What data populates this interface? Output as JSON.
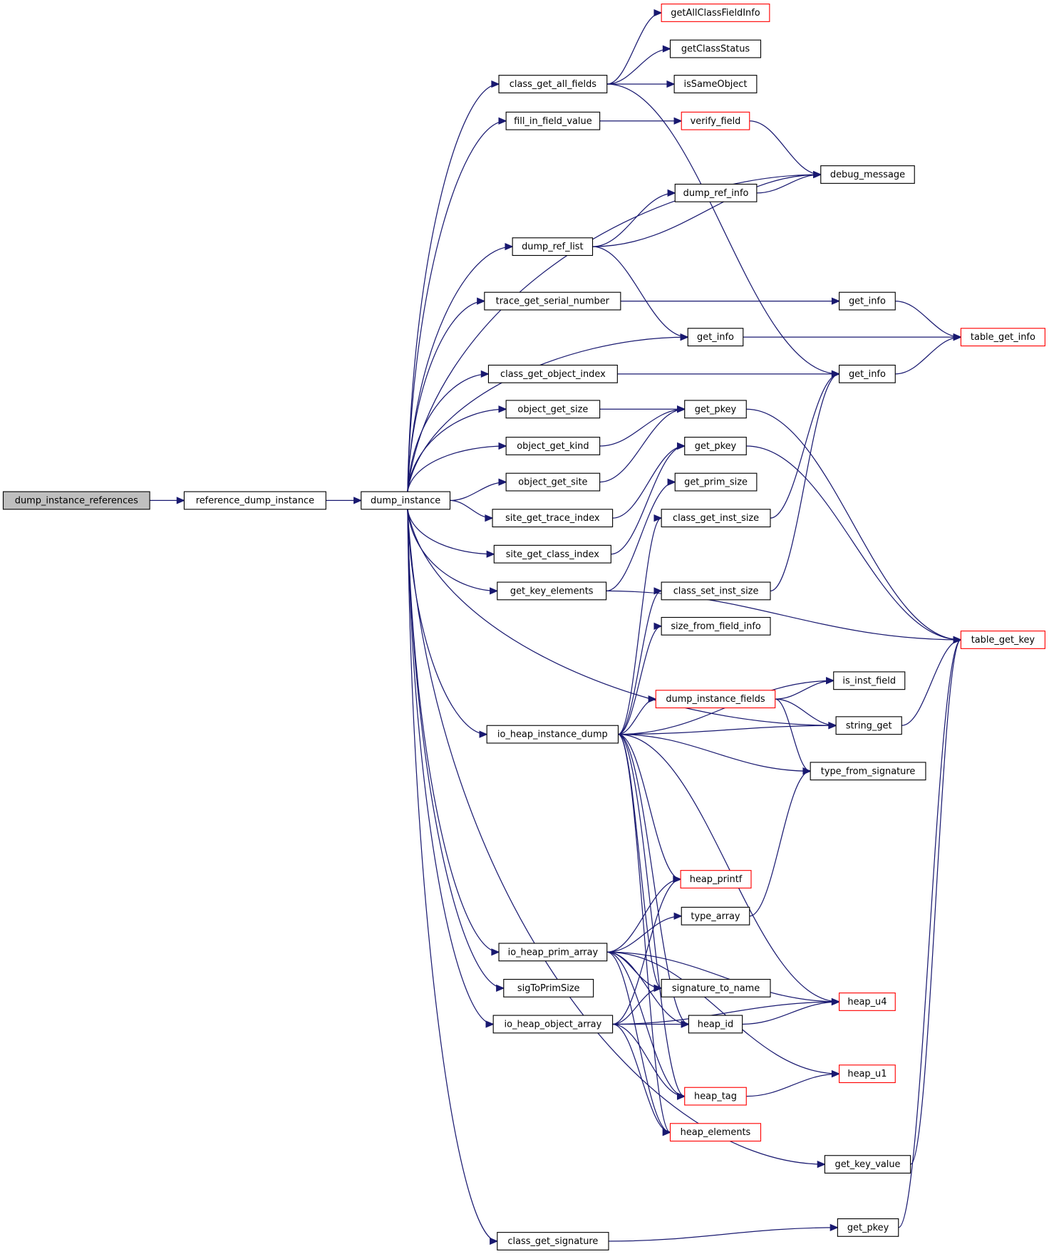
{
  "graph": {
    "title": "Call graph of dump_instance_references",
    "colors": {
      "edge": "#191970",
      "node_border_default": "#000000",
      "node_border_truncated": "#ff0000",
      "root_fill": "#bfbfbf",
      "node_fill": "#ffffff"
    },
    "nodes": [
      {
        "id": "n_dir",
        "label": "dump_instance_references",
        "style": "root"
      },
      {
        "id": "n_rdi",
        "label": "reference_dump_instance",
        "style": "normal"
      },
      {
        "id": "n_di",
        "label": "dump_instance",
        "style": "normal"
      },
      {
        "id": "n_cgaf",
        "label": "class_get_all_fields",
        "style": "normal"
      },
      {
        "id": "n_fifv",
        "label": "fill_in_field_value",
        "style": "normal"
      },
      {
        "id": "n_drl",
        "label": "dump_ref_list",
        "style": "normal"
      },
      {
        "id": "n_tgsn",
        "label": "trace_get_serial_number",
        "style": "normal"
      },
      {
        "id": "n_cgoi",
        "label": "class_get_object_index",
        "style": "normal"
      },
      {
        "id": "n_ogsz",
        "label": "object_get_size",
        "style": "normal"
      },
      {
        "id": "n_ogk",
        "label": "object_get_kind",
        "style": "normal"
      },
      {
        "id": "n_ogst",
        "label": "object_get_site",
        "style": "normal"
      },
      {
        "id": "n_sgti",
        "label": "site_get_trace_index",
        "style": "normal"
      },
      {
        "id": "n_sgci",
        "label": "site_get_class_index",
        "style": "normal"
      },
      {
        "id": "n_gke",
        "label": "get_key_elements",
        "style": "normal"
      },
      {
        "id": "n_ihid",
        "label": "io_heap_instance_dump",
        "style": "normal"
      },
      {
        "id": "n_ihpa",
        "label": "io_heap_prim_array",
        "style": "normal"
      },
      {
        "id": "n_stps",
        "label": "sigToPrimSize",
        "style": "normal"
      },
      {
        "id": "n_ihoa",
        "label": "io_heap_object_array",
        "style": "normal"
      },
      {
        "id": "n_cgs",
        "label": "class_get_signature",
        "style": "normal"
      },
      {
        "id": "n_gacfi",
        "label": "getAllClassFieldInfo",
        "style": "truncated"
      },
      {
        "id": "n_gcs",
        "label": "getClassStatus",
        "style": "normal"
      },
      {
        "id": "n_iso",
        "label": "isSameObject",
        "style": "normal"
      },
      {
        "id": "n_vf",
        "label": "verify_field",
        "style": "truncated"
      },
      {
        "id": "n_dri",
        "label": "dump_ref_info",
        "style": "normal"
      },
      {
        "id": "n_gi_mid",
        "label": "get_info",
        "style": "normal"
      },
      {
        "id": "n_gpk1",
        "label": "get_pkey",
        "style": "normal"
      },
      {
        "id": "n_gpk2",
        "label": "get_pkey",
        "style": "normal"
      },
      {
        "id": "n_gps",
        "label": "get_prim_size",
        "style": "normal"
      },
      {
        "id": "n_cgis",
        "label": "class_get_inst_size",
        "style": "normal"
      },
      {
        "id": "n_csis",
        "label": "class_set_inst_size",
        "style": "normal"
      },
      {
        "id": "n_sffi",
        "label": "size_from_field_info",
        "style": "normal"
      },
      {
        "id": "n_dif",
        "label": "dump_instance_fields",
        "style": "truncated"
      },
      {
        "id": "n_hp",
        "label": "heap_printf",
        "style": "truncated"
      },
      {
        "id": "n_ta",
        "label": "type_array",
        "style": "normal"
      },
      {
        "id": "n_stn",
        "label": "signature_to_name",
        "style": "normal"
      },
      {
        "id": "n_hid",
        "label": "heap_id",
        "style": "normal"
      },
      {
        "id": "n_ht",
        "label": "heap_tag",
        "style": "truncated"
      },
      {
        "id": "n_he",
        "label": "heap_elements",
        "style": "truncated"
      },
      {
        "id": "n_dm",
        "label": "debug_message",
        "style": "normal"
      },
      {
        "id": "n_gi_top",
        "label": "get_info",
        "style": "normal"
      },
      {
        "id": "n_gi_low",
        "label": "get_info",
        "style": "normal"
      },
      {
        "id": "n_iif",
        "label": "is_inst_field",
        "style": "normal"
      },
      {
        "id": "n_sg",
        "label": "string_get",
        "style": "normal"
      },
      {
        "id": "n_tfs",
        "label": "type_from_signature",
        "style": "normal"
      },
      {
        "id": "n_hu4",
        "label": "heap_u4",
        "style": "truncated"
      },
      {
        "id": "n_hu1",
        "label": "heap_u1",
        "style": "truncated"
      },
      {
        "id": "n_gkv",
        "label": "get_key_value",
        "style": "normal"
      },
      {
        "id": "n_gpk3",
        "label": "get_pkey",
        "style": "normal"
      },
      {
        "id": "n_tgi",
        "label": "table_get_info",
        "style": "truncated"
      },
      {
        "id": "n_tgk",
        "label": "table_get_key",
        "style": "truncated"
      }
    ],
    "edges": [
      [
        "n_dir",
        "n_rdi"
      ],
      [
        "n_rdi",
        "n_di"
      ],
      [
        "n_di",
        "n_cgaf"
      ],
      [
        "n_di",
        "n_fifv"
      ],
      [
        "n_di",
        "n_dm"
      ],
      [
        "n_di",
        "n_drl"
      ],
      [
        "n_di",
        "n_tgsn"
      ],
      [
        "n_di",
        "n_gi_mid"
      ],
      [
        "n_di",
        "n_cgoi"
      ],
      [
        "n_di",
        "n_ogsz"
      ],
      [
        "n_di",
        "n_ogk"
      ],
      [
        "n_di",
        "n_ogst"
      ],
      [
        "n_di",
        "n_sgti"
      ],
      [
        "n_di",
        "n_sgci"
      ],
      [
        "n_di",
        "n_gke"
      ],
      [
        "n_di",
        "n_ihid"
      ],
      [
        "n_di",
        "n_sg"
      ],
      [
        "n_di",
        "n_ihpa"
      ],
      [
        "n_di",
        "n_stps"
      ],
      [
        "n_di",
        "n_ihoa"
      ],
      [
        "n_di",
        "n_gkv"
      ],
      [
        "n_di",
        "n_cgs"
      ],
      [
        "n_cgaf",
        "n_gacfi"
      ],
      [
        "n_cgaf",
        "n_gcs"
      ],
      [
        "n_cgaf",
        "n_iso"
      ],
      [
        "n_cgaf",
        "n_gi_low"
      ],
      [
        "n_fifv",
        "n_vf"
      ],
      [
        "n_vf",
        "n_dm"
      ],
      [
        "n_drl",
        "n_dri"
      ],
      [
        "n_drl",
        "n_dm"
      ],
      [
        "n_drl",
        "n_gi_mid"
      ],
      [
        "n_dri",
        "n_dm"
      ],
      [
        "n_tgsn",
        "n_gi_top"
      ],
      [
        "n_gi_top",
        "n_tgi"
      ],
      [
        "n_gi_mid",
        "n_tgi"
      ],
      [
        "n_cgoi",
        "n_gi_low"
      ],
      [
        "n_gi_low",
        "n_tgi"
      ],
      [
        "n_ogsz",
        "n_gpk1"
      ],
      [
        "n_ogk",
        "n_gpk1"
      ],
      [
        "n_ogst",
        "n_gpk1"
      ],
      [
        "n_sgti",
        "n_gpk2"
      ],
      [
        "n_sgci",
        "n_gpk2"
      ],
      [
        "n_gke",
        "n_gps"
      ],
      [
        "n_gke",
        "n_tgk"
      ],
      [
        "n_gpk1",
        "n_tgk"
      ],
      [
        "n_gpk2",
        "n_tgk"
      ],
      [
        "n_cgis",
        "n_gi_low"
      ],
      [
        "n_csis",
        "n_gi_low"
      ],
      [
        "n_ihid",
        "n_cgis"
      ],
      [
        "n_ihid",
        "n_csis"
      ],
      [
        "n_ihid",
        "n_sffi"
      ],
      [
        "n_ihid",
        "n_iif"
      ],
      [
        "n_ihid",
        "n_dif"
      ],
      [
        "n_ihid",
        "n_sg"
      ],
      [
        "n_ihid",
        "n_tfs"
      ],
      [
        "n_ihid",
        "n_hp"
      ],
      [
        "n_ihid",
        "n_hu4"
      ],
      [
        "n_ihid",
        "n_stn"
      ],
      [
        "n_ihid",
        "n_hid"
      ],
      [
        "n_ihid",
        "n_ht"
      ],
      [
        "n_ihid",
        "n_he"
      ],
      [
        "n_dif",
        "n_iif"
      ],
      [
        "n_dif",
        "n_sg"
      ],
      [
        "n_dif",
        "n_tfs"
      ],
      [
        "n_sg",
        "n_tgk"
      ],
      [
        "n_ta",
        "n_tfs"
      ],
      [
        "n_ihpa",
        "n_hp"
      ],
      [
        "n_ihpa",
        "n_ta"
      ],
      [
        "n_ihpa",
        "n_hu4"
      ],
      [
        "n_ihpa",
        "n_stn"
      ],
      [
        "n_ihpa",
        "n_hid"
      ],
      [
        "n_ihpa",
        "n_hu1"
      ],
      [
        "n_ihpa",
        "n_ht"
      ],
      [
        "n_ihpa",
        "n_he"
      ],
      [
        "n_ihoa",
        "n_hp"
      ],
      [
        "n_ihoa",
        "n_stn"
      ],
      [
        "n_ihoa",
        "n_hid"
      ],
      [
        "n_ihoa",
        "n_ht"
      ],
      [
        "n_ihoa",
        "n_he"
      ],
      [
        "n_ihoa",
        "n_hu4"
      ],
      [
        "n_hid",
        "n_hu4"
      ],
      [
        "n_ht",
        "n_hu1"
      ],
      [
        "n_gkv",
        "n_tgk"
      ],
      [
        "n_cgs",
        "n_gpk3"
      ],
      [
        "n_gpk3",
        "n_tgk"
      ]
    ]
  }
}
